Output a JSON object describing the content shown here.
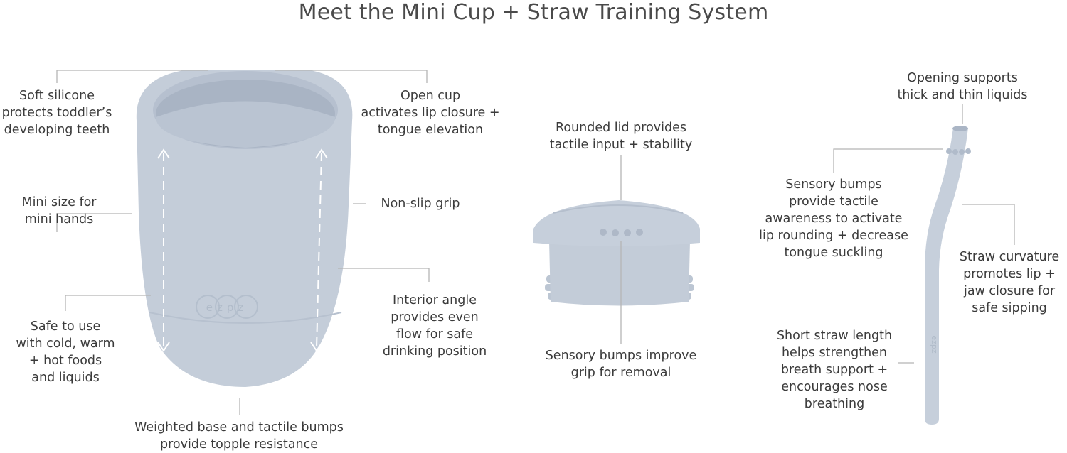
{
  "title": "Meet the Mini Cup + Straw Training System",
  "colors": {
    "product": "#c3ccd9",
    "product_shade": "#b3bdcc",
    "leader_line": "#b5b5b5",
    "text": "#3b3b3b"
  },
  "cup": {
    "brand": "ezpz",
    "callouts": {
      "soft_silicone": "Soft silicone\nprotects toddler’s\ndeveloping teeth",
      "open_cup": "Open cup\nactivates lip closure +\ntongue elevation",
      "mini_size": "Mini size for\nmini hands",
      "non_slip": "Non-slip grip",
      "safe_to_use": "Safe to use\nwith cold, warm\n+ hot foods\nand liquids",
      "interior_angle": "Interior angle\nprovides even\nflow for safe\ndrinking position",
      "weighted_base": "Weighted base and tactile bumps\nprovide topple resistance"
    }
  },
  "lid": {
    "callouts": {
      "rounded_lid": "Rounded lid provides\ntactile input + stability",
      "sensory_bumps_grip": "Sensory bumps improve\ngrip for removal"
    }
  },
  "straw": {
    "brand": "ezpz",
    "callouts": {
      "opening": "Opening supports\nthick and thin liquids",
      "sensory_bumps": "Sensory bumps\nprovide tactile\nawareness to activate\nlip rounding + decrease\ntongue suckling",
      "curvature": "Straw curvature\npromotes lip +\njaw closure for\nsafe sipping",
      "short_length": "Short straw length\nhelps strengthen\nbreath support +\nencourages nose\nbreathing"
    }
  }
}
